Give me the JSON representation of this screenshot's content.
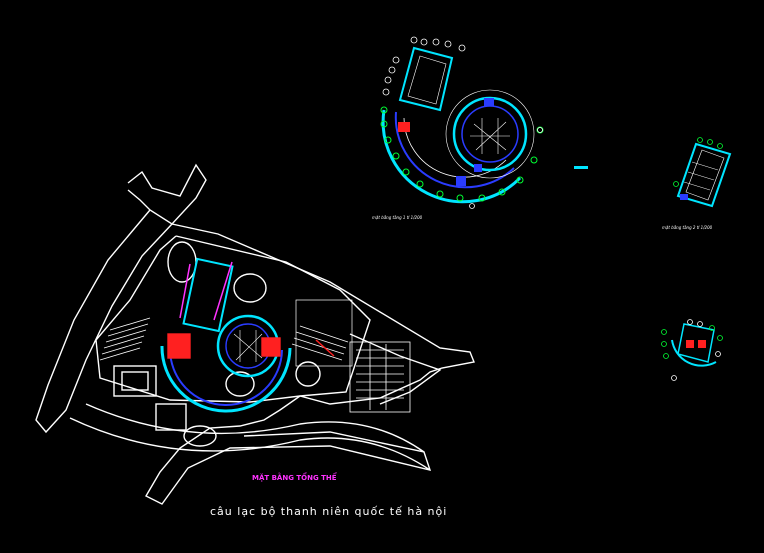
{
  "drawing": {
    "background": "#000000",
    "colors": {
      "linework": "#ffffff",
      "cyan": "#00e5ff",
      "blue": "#2a3cff",
      "green": "#00ff33",
      "red": "#ff2020",
      "magenta": "#ff33ff"
    },
    "labels": {
      "plan_floor1": "mặt bằng tầng 1 tl 1/200",
      "plan_floor2": "mặt bằng tầng 2 tl 1/200",
      "site_plan": "MẶT BẰNG TỔNG THỂ",
      "main_title": "câu lạc bộ thanh niên quốc tế hà nội"
    }
  }
}
